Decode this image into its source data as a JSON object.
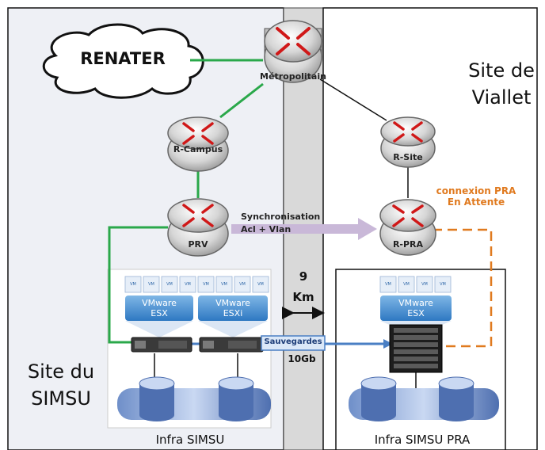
{
  "diagram": {
    "renater": "RENATER",
    "routers": {
      "metropolitain": "Métropolitain",
      "campus": "R-Campus",
      "site": "R-Site",
      "prv": "PRV",
      "pra": "R-PRA"
    },
    "sites": {
      "viallet_line1": "Site de",
      "viallet_line2": "Viallet",
      "simsu_line1": "Site du",
      "simsu_line2": "SIMSU"
    },
    "links": {
      "sync_line1": "Synchronisation",
      "sync_line2": "Acl + Vlan",
      "pra_wait_line1": "connexion PRA",
      "pra_wait_line2": "En Attente",
      "distance_value": "9",
      "distance_unit": "Km",
      "backup_label": "Sauvegardes",
      "backup_speed": "10Gb"
    },
    "vmware": {
      "esx_line1": "VMware",
      "esx_line2": "ESX",
      "esxi_line1": "VMware",
      "esxi_line2": "ESXi",
      "vm_tag": "VM"
    },
    "infra": {
      "simsu": "Infra SIMSU",
      "simsu_pra": "Infra SIMSU PRA"
    },
    "colors": {
      "green_link": "#2aa84a",
      "orange_dashed": "#e07a1f",
      "blue_backup": "#4a7fc4",
      "sync_arrow": "#c9b8d8",
      "left_panel": "#eef0f5",
      "corridor": "#d9d9d9"
    }
  }
}
